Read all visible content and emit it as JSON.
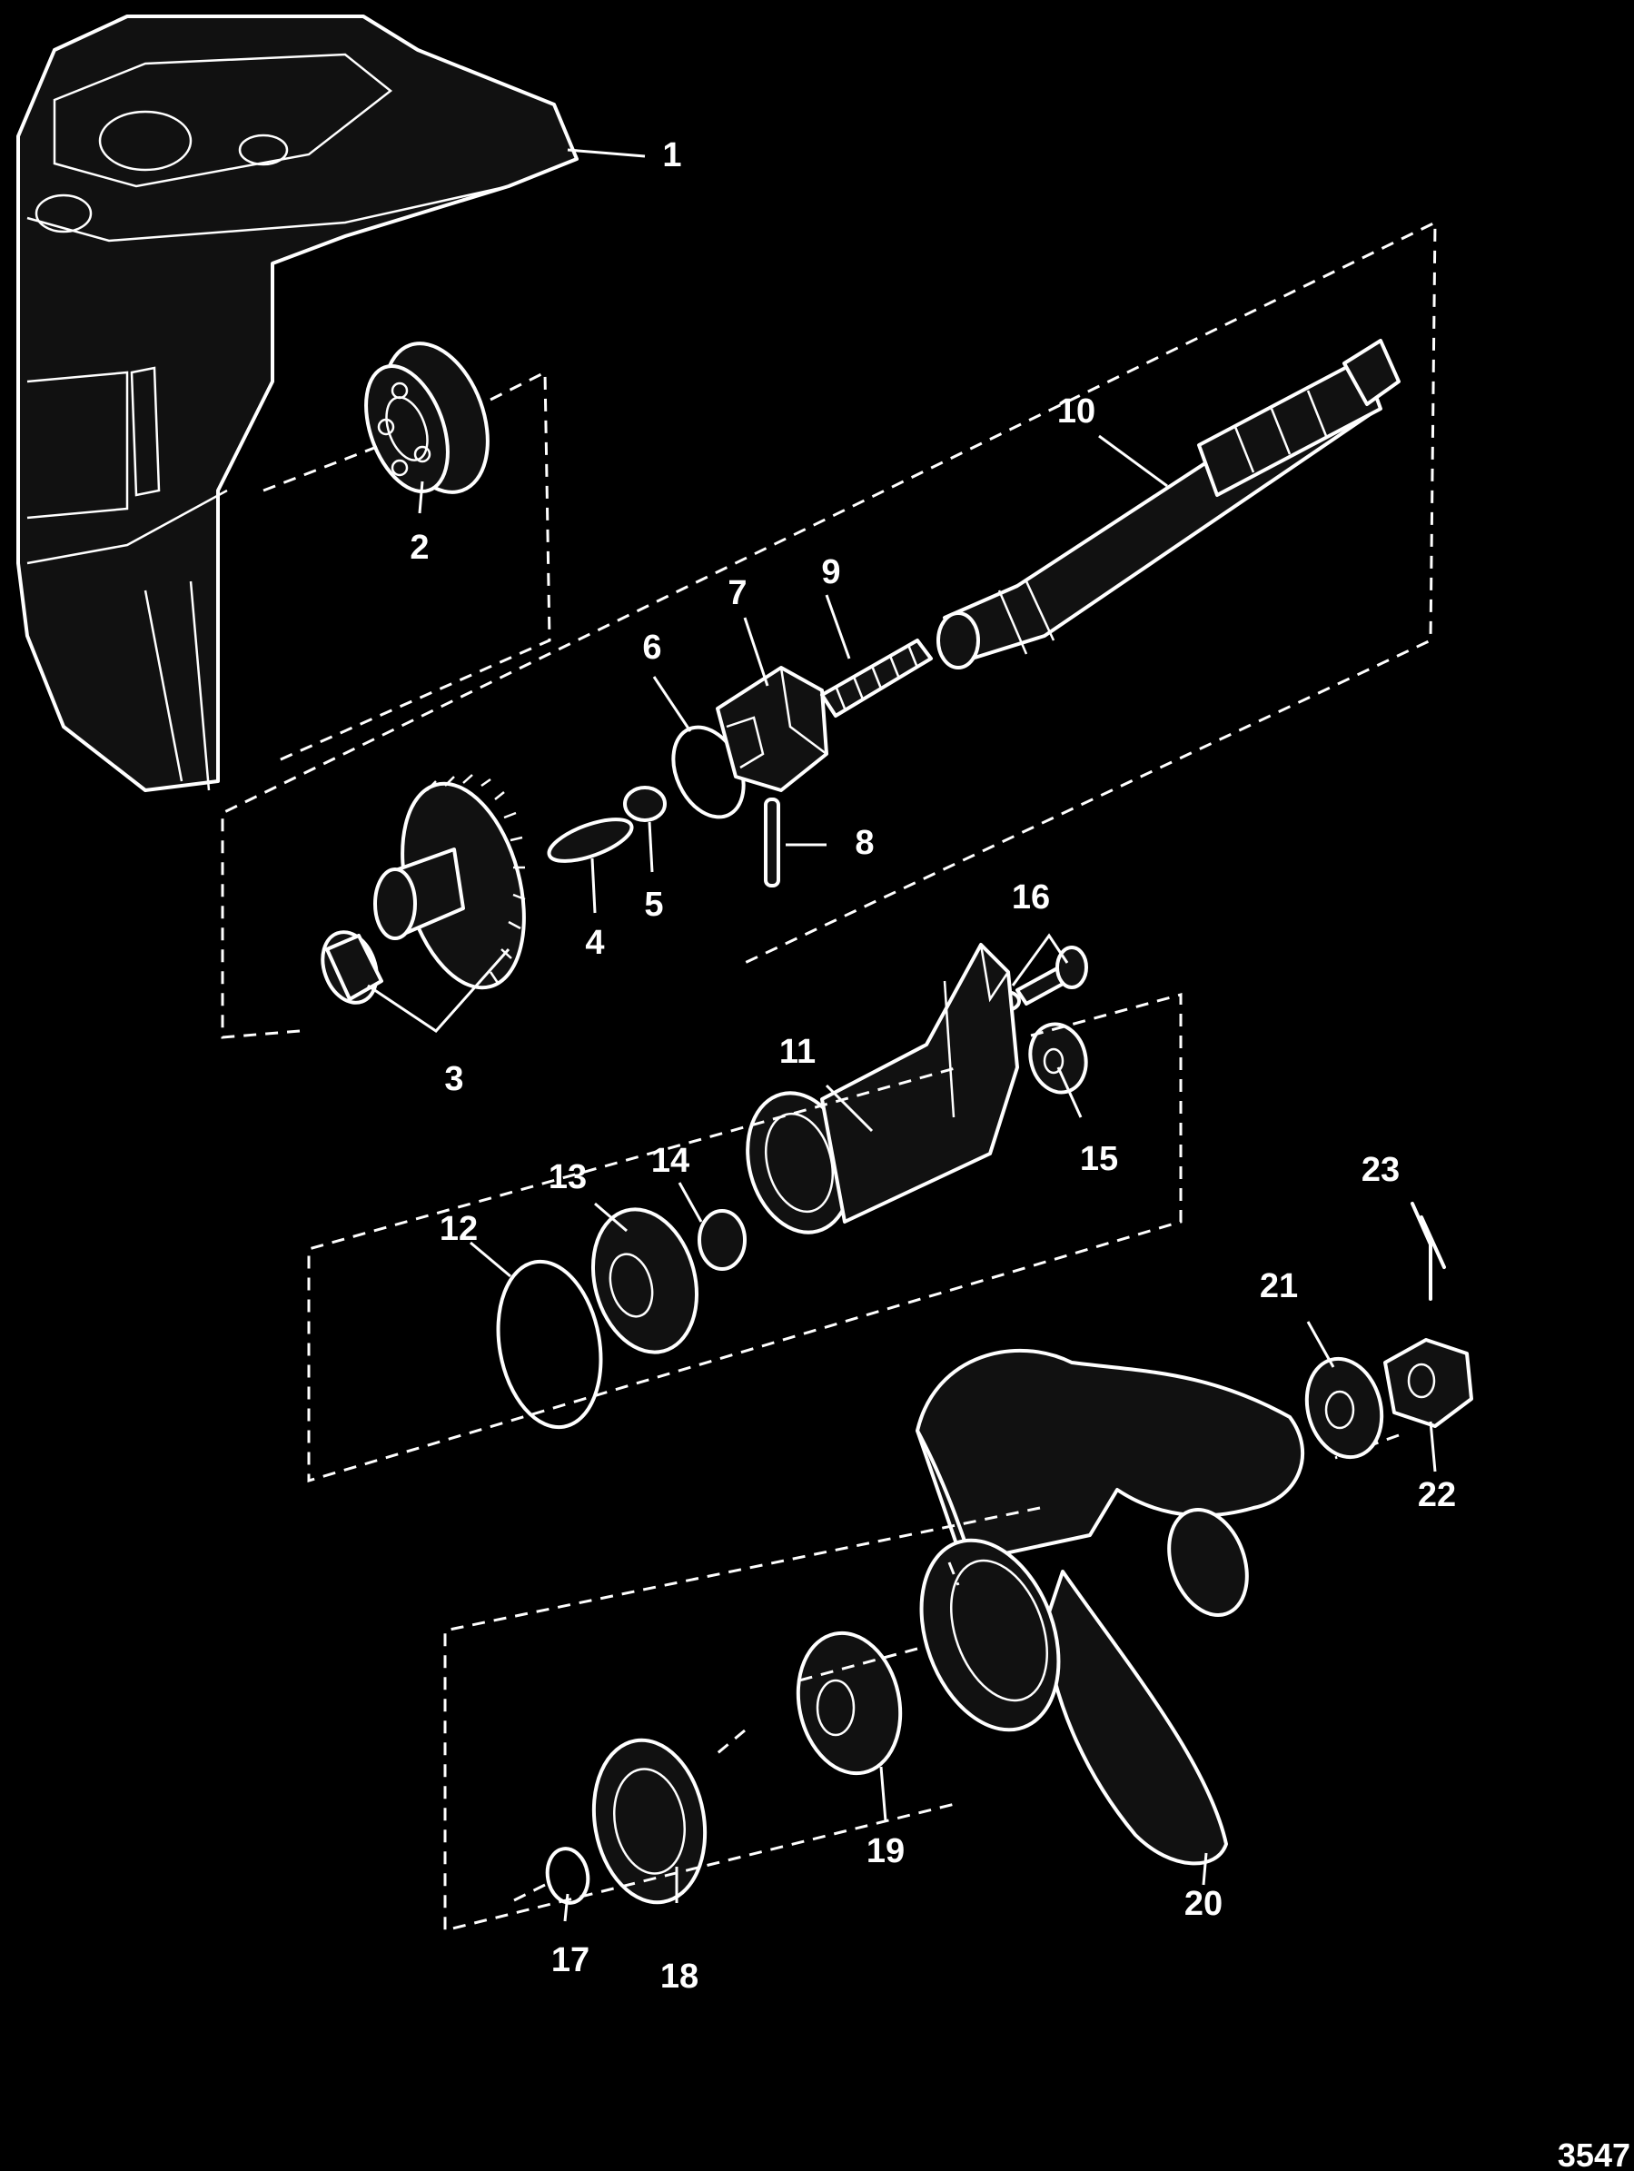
{
  "diagram": {
    "figure_number": "3547",
    "callouts": [
      "1",
      "2",
      "3",
      "4",
      "5",
      "6",
      "7",
      "8",
      "9",
      "10",
      "11",
      "12",
      "13",
      "14",
      "15",
      "16",
      "17",
      "18",
      "19",
      "20",
      "21",
      "22",
      "23"
    ]
  },
  "colors": {
    "background": "#000000",
    "line": "#ffffff"
  }
}
